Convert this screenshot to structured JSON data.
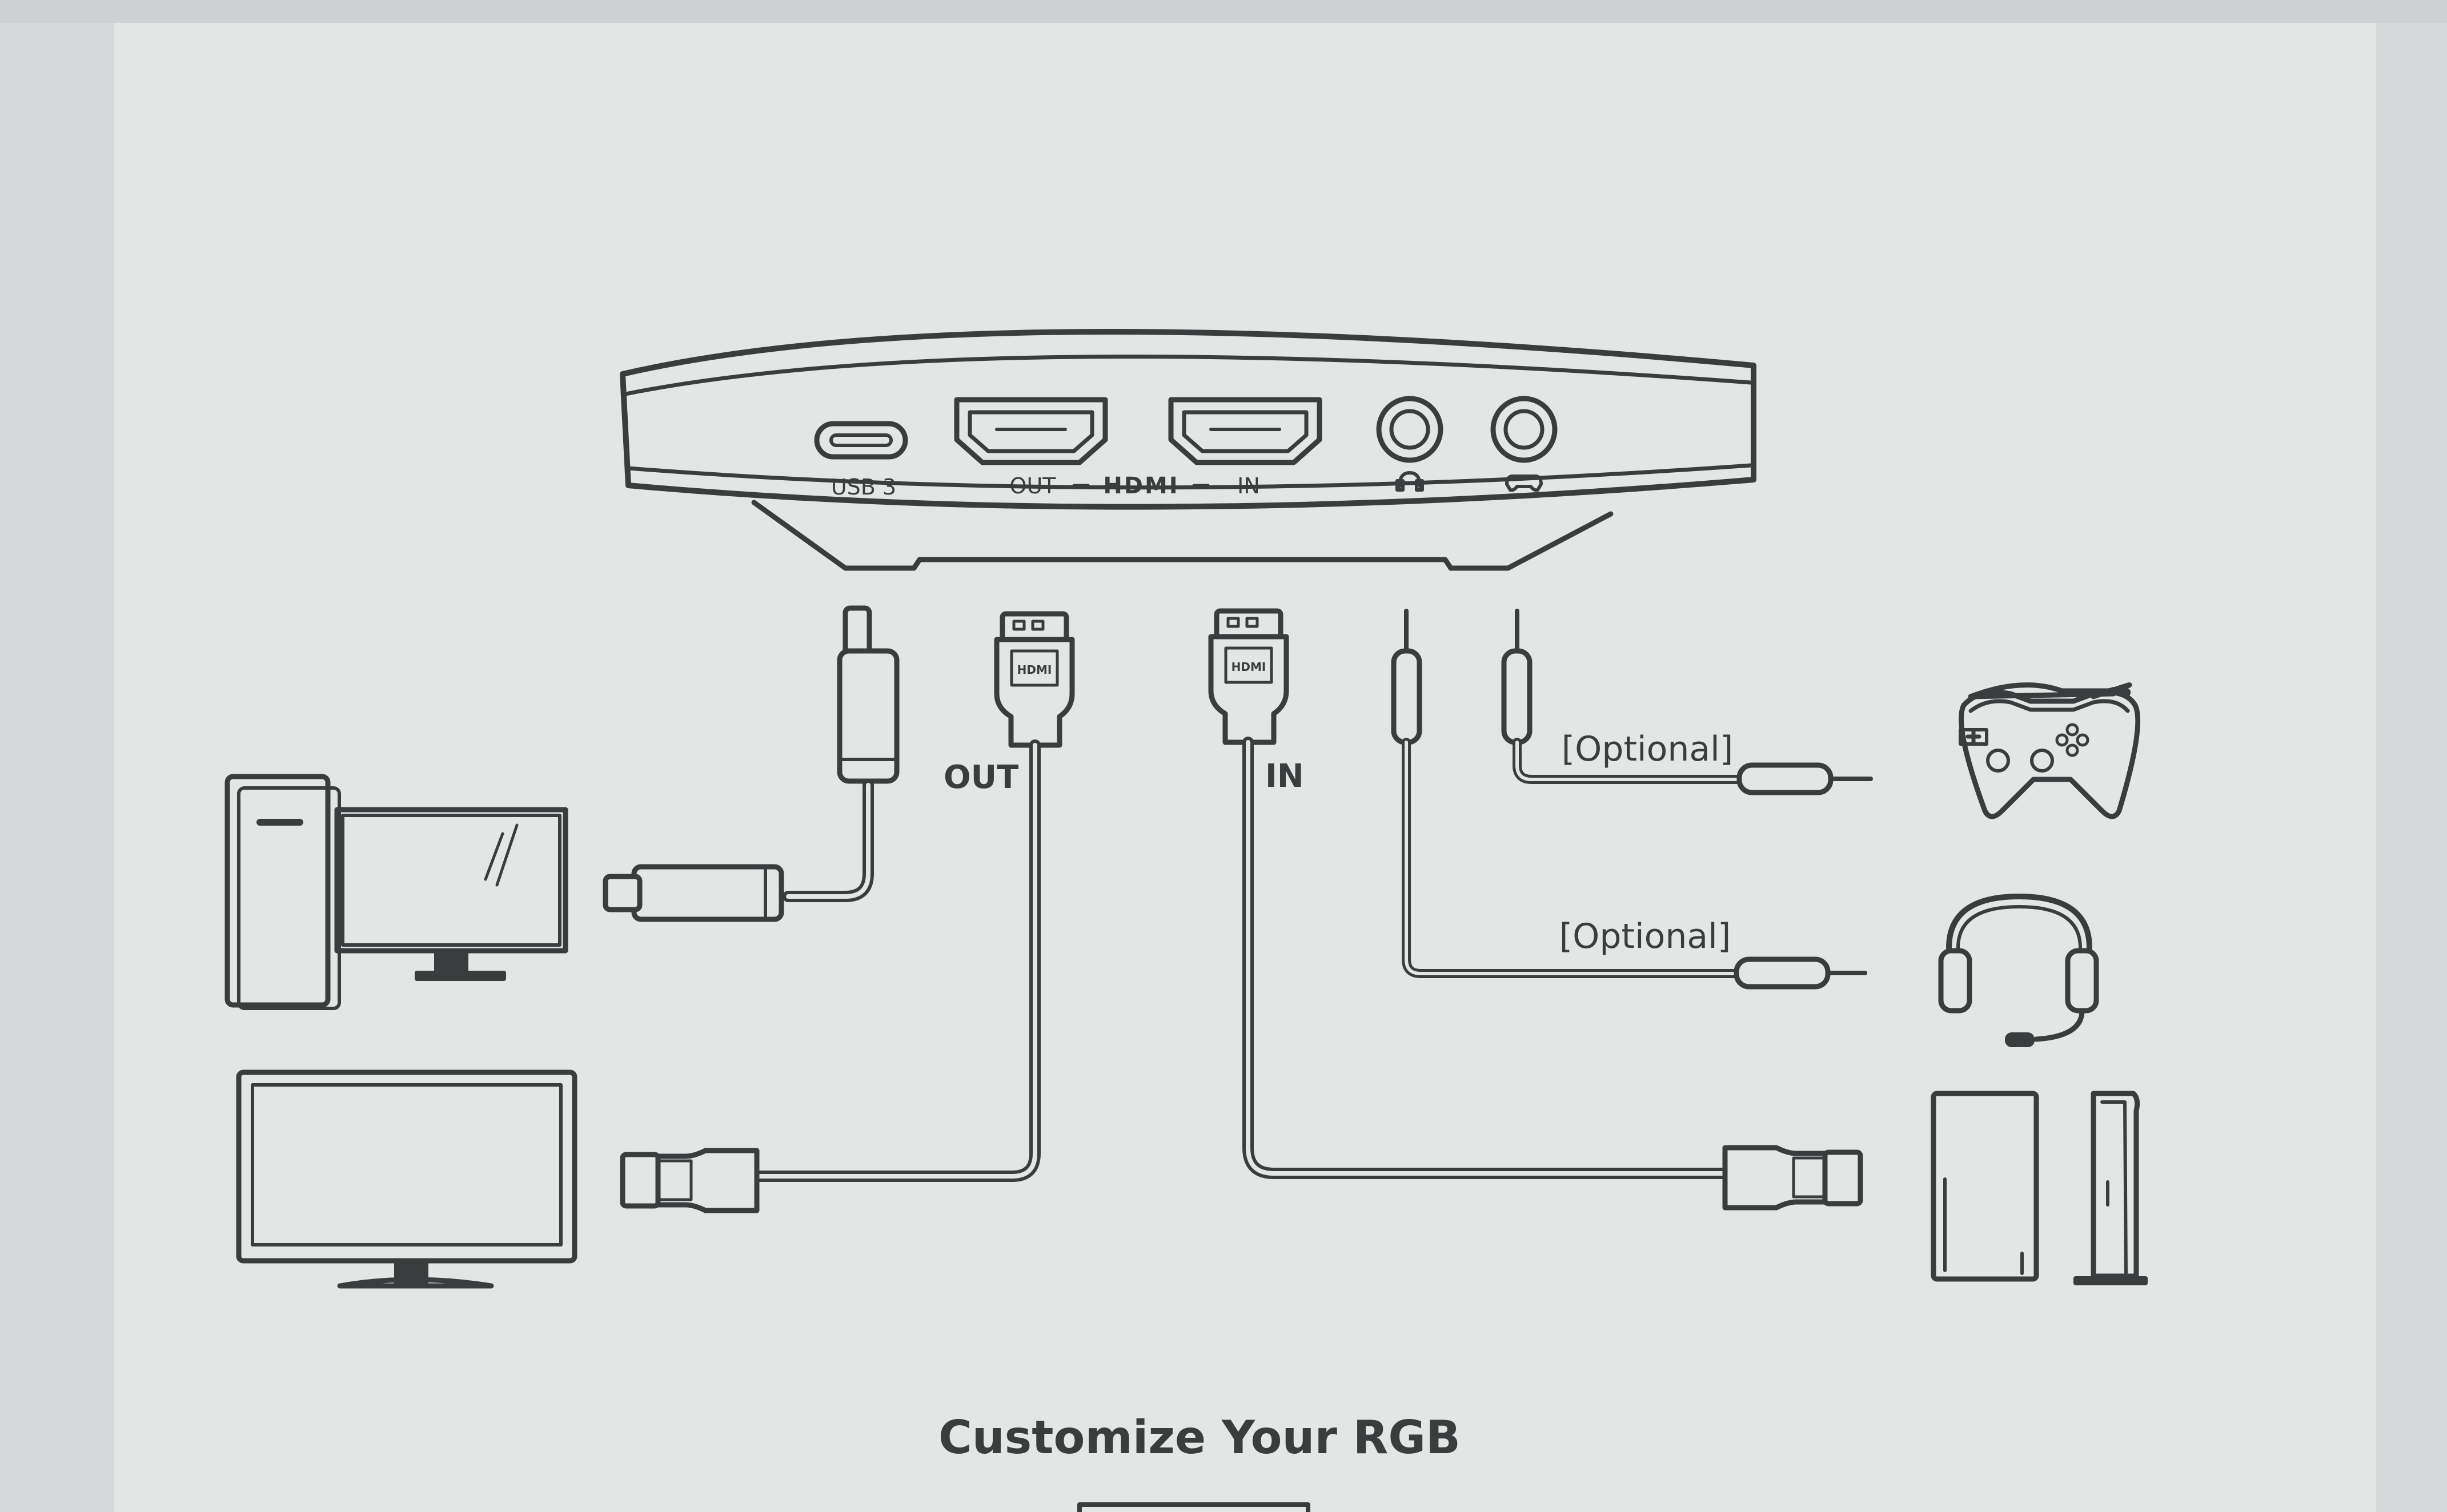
{
  "device_ports": {
    "usb_label": "USB 3",
    "out_label": "OUT",
    "hdmi_logo": "HDMI",
    "in_label": "IN",
    "headset_jack_icon": "headset-icon",
    "controller_jack_icon": "controller-icon"
  },
  "cables": {
    "hdmi_out_label": "OUT",
    "hdmi_in_label": "IN",
    "optional_controller_label": "[Optional]",
    "optional_headset_label": "[Optional]",
    "hdmi_connector_logo": "HDMI"
  },
  "heading": "Customize Your RGB",
  "colors": {
    "paper": "#e4e5e5",
    "ink": "#3a3c3e",
    "background": "#d9dadb"
  }
}
